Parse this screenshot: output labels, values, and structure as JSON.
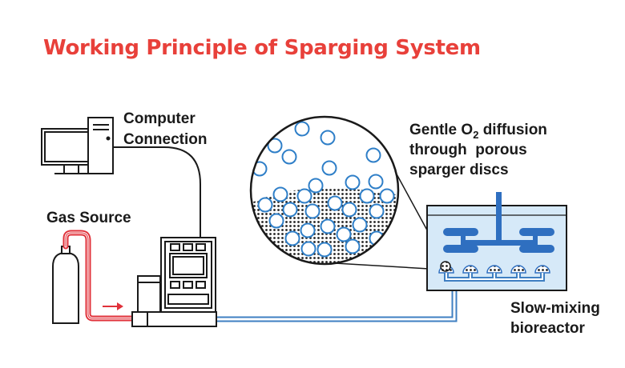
{
  "title": "Working Principle of Sparging System",
  "labels": {
    "computer_line1": "Computer",
    "computer_line2": "Connection",
    "gas_source": "Gas Source",
    "diffusion_line1_pre": "Gentle O",
    "diffusion_line1_sub": "2",
    "diffusion_line1_post": " diffusion",
    "diffusion_line2": "through  porous",
    "diffusion_line3": "sparger discs",
    "bioreactor_line1": "Slow-mixing",
    "bioreactor_line2": "bioreactor"
  },
  "colors": {
    "title": "#e8403a",
    "gas_line": "#e0313a",
    "output_line": "#3f7fc2",
    "tank_fill": "#d6e9f8",
    "impeller": "#2f6fc0",
    "bubble_stroke": "#2f7fc8",
    "outline": "#1a1a1a"
  }
}
